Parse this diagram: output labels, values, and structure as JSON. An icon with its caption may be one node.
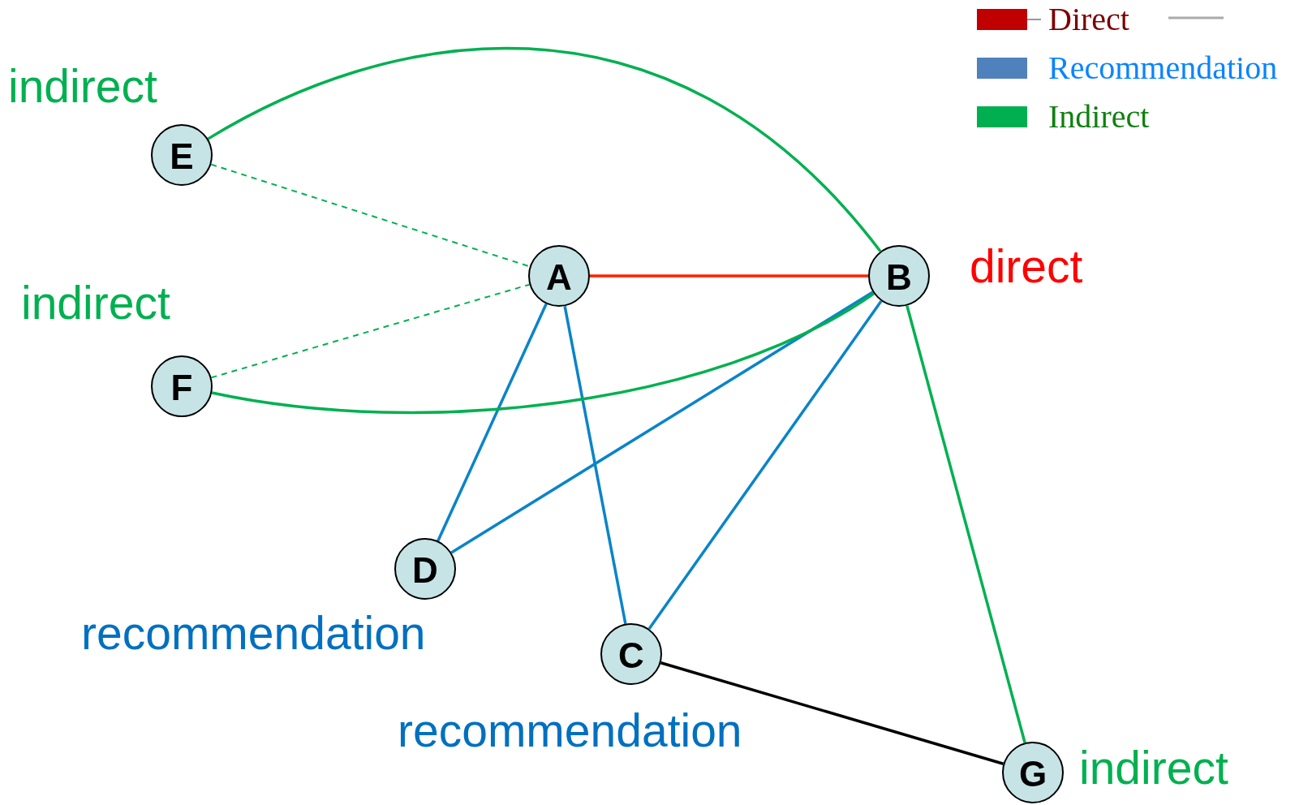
{
  "diagram": {
    "nodes": [
      {
        "text": [
          "A"
        ]
      },
      {
        "text": [
          "B"
        ]
      },
      {
        "text": [
          "E"
        ]
      },
      {
        "text": [
          "F"
        ]
      },
      {
        "text": [
          "D"
        ]
      },
      {
        "text": [
          "C"
        ]
      },
      {
        "text": [
          "G"
        ]
      }
    ],
    "edges": [
      {
        "from": 0,
        "to": 1,
        "arrow": "none",
        "color": "#ff2000"
      },
      {
        "from": 0,
        "to": 4,
        "arrow": "none",
        "color": "#0a84c8"
      },
      {
        "from": 0,
        "to": 5,
        "arrow": "none",
        "color": "#0a84c8"
      },
      {
        "from": 1,
        "to": 4,
        "arrow": "none",
        "color": "#0a84c8"
      },
      {
        "from": 1,
        "to": 5,
        "arrow": "none",
        "color": "#0a84c8"
      },
      {
        "from": 2,
        "to": 1,
        "arrow": "none",
        "color": "#00b050"
      },
      {
        "from": 3,
        "to": 1,
        "arrow": "none",
        "color": "#00b050"
      },
      {
        "from": 1,
        "to": 6,
        "arrow": "none",
        "color": "#00b050"
      },
      {
        "from": 2,
        "to": 0,
        "arrow": "none",
        "style": "dashed",
        "color": "#00b050"
      },
      {
        "from": 3,
        "to": 0,
        "arrow": "none",
        "style": "dashed",
        "color": "#00b050"
      },
      {
        "from": 5,
        "to": 6,
        "arrow": "none",
        "color": "#000000"
      }
    ],
    "labels": [
      "indirect",
      "indirect",
      "direct",
      "recommendation",
      "recommendation",
      "indirect"
    ],
    "legend": [
      {
        "text": "Direct",
        "color": "#c00000"
      },
      {
        "text": "Recommendation",
        "color": "#4f81bd"
      },
      {
        "text": "Indirect",
        "color": "#00b050"
      }
    ]
  }
}
